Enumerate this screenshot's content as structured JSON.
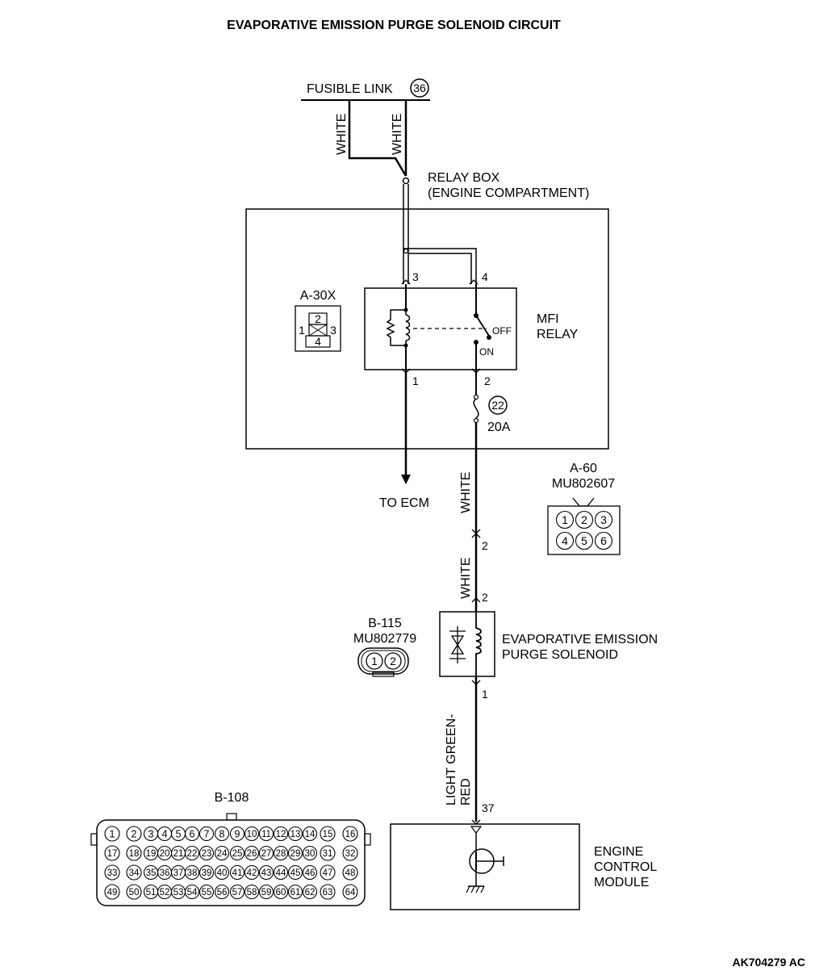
{
  "title": "EVAPORATIVE EMISSION PURGE SOLENOID CIRCUIT",
  "fusible_link": {
    "label": "FUSIBLE LINK",
    "number": "36"
  },
  "relay_box": {
    "line1": "RELAY BOX",
    "line2": "(ENGINE COMPARTMENT)"
  },
  "wires": {
    "white": "WHITE",
    "light_green_red_line1": "LIGHT GREEN-",
    "light_green_red_line2": "RED"
  },
  "mfi_relay": {
    "line1": "MFI",
    "line2": "RELAY",
    "pins": {
      "p1": "1",
      "p2": "2",
      "p3": "3",
      "p4": "4"
    },
    "off": "OFF",
    "on": "ON"
  },
  "fuse": {
    "number": "22",
    "rating": "20A"
  },
  "to_ecm": "TO ECM",
  "connectors": {
    "a30x": {
      "name": "A-30X",
      "pins": [
        "1",
        "2",
        "3",
        "4"
      ]
    },
    "a60": {
      "name": "A-60",
      "part": "MU802607",
      "pins": [
        "1",
        "2",
        "3",
        "4",
        "5",
        "6"
      ]
    },
    "b115": {
      "name": "B-115",
      "part": "MU802779",
      "pins": [
        "1",
        "2"
      ]
    },
    "b108": {
      "name": "B-108",
      "rows": [
        [
          "1",
          "2",
          "3",
          "4",
          "5",
          "6",
          "7",
          "8",
          "9",
          "10",
          "11",
          "12",
          "13",
          "14",
          "15",
          "16"
        ],
        [
          "17",
          "18",
          "19",
          "20",
          "21",
          "22",
          "23",
          "24",
          "25",
          "26",
          "27",
          "28",
          "29",
          "30",
          "31",
          "32"
        ],
        [
          "33",
          "34",
          "35",
          "36",
          "37",
          "38",
          "39",
          "40",
          "41",
          "42",
          "43",
          "44",
          "45",
          "46",
          "47",
          "48"
        ],
        [
          "49",
          "50",
          "51",
          "52",
          "53",
          "54",
          "55",
          "56",
          "57",
          "58",
          "59",
          "60",
          "61",
          "62",
          "63",
          "64"
        ]
      ]
    }
  },
  "a60_pins": {
    "upper": "2",
    "lower": "2"
  },
  "solenoid": {
    "line1": "EVAPORATIVE EMISSION",
    "line2": "PURGE SOLENOID",
    "pin_bottom": "1"
  },
  "ecm": {
    "line1": "ENGINE",
    "line2": "CONTROL",
    "line3": "MODULE",
    "pin": "37"
  },
  "figure_code": "AK704279 AC"
}
